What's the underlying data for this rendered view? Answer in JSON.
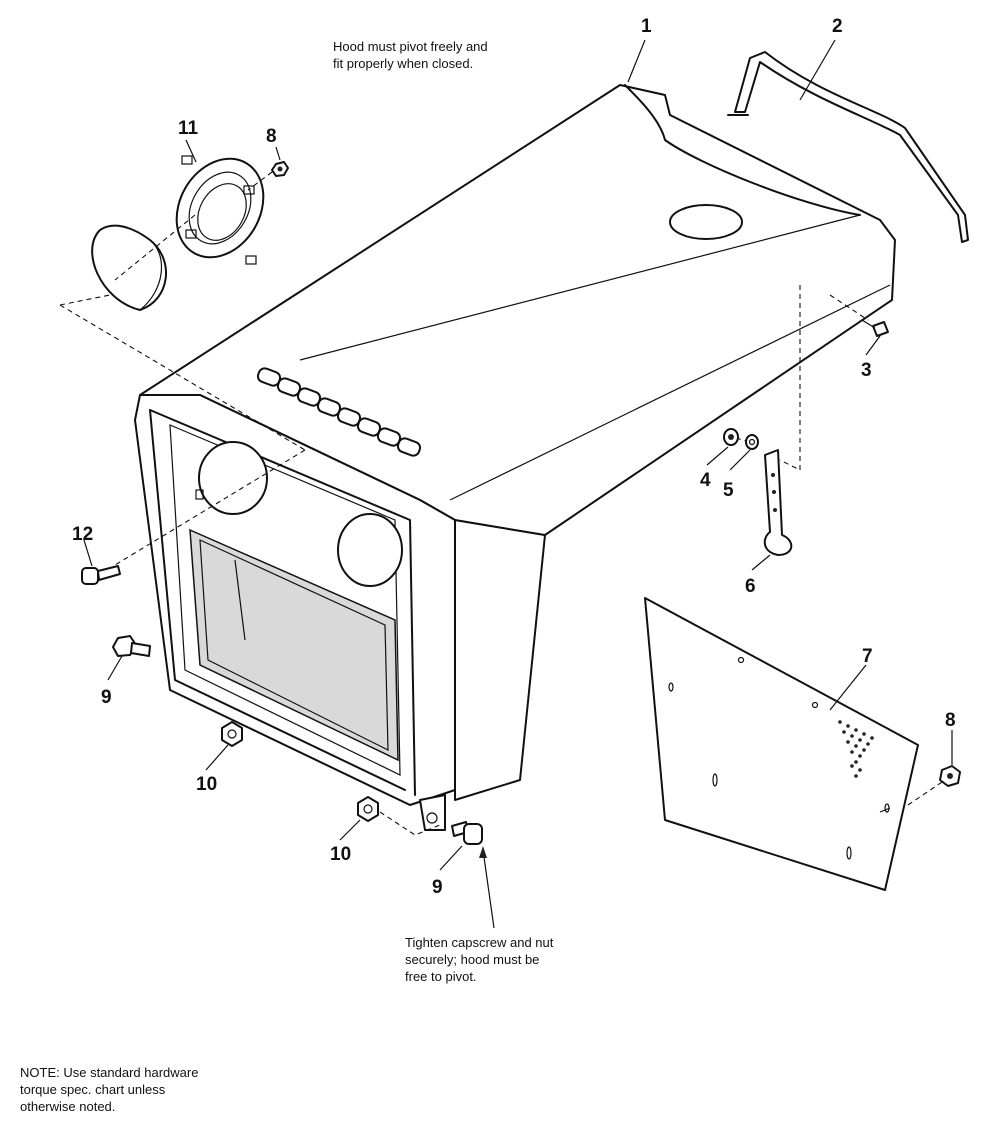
{
  "notes": {
    "pivot": "Hood must pivot freely and\nfit properly when closed.",
    "tighten": "Tighten capscrew and nut\nsecurely; hood must be\nfree to pivot.",
    "hardware": "NOTE: Use standard hardware\ntorque spec. chart unless\notherwise noted."
  },
  "callouts": {
    "c1": "1",
    "c2": "2",
    "c3": "3",
    "c4": "4",
    "c5": "5",
    "c6": "6",
    "c7": "7",
    "c8a": "8",
    "c8b": "8",
    "c9a": "9",
    "c9b": "9",
    "c10a": "10",
    "c10b": "10",
    "c11": "11",
    "c12": "12"
  }
}
